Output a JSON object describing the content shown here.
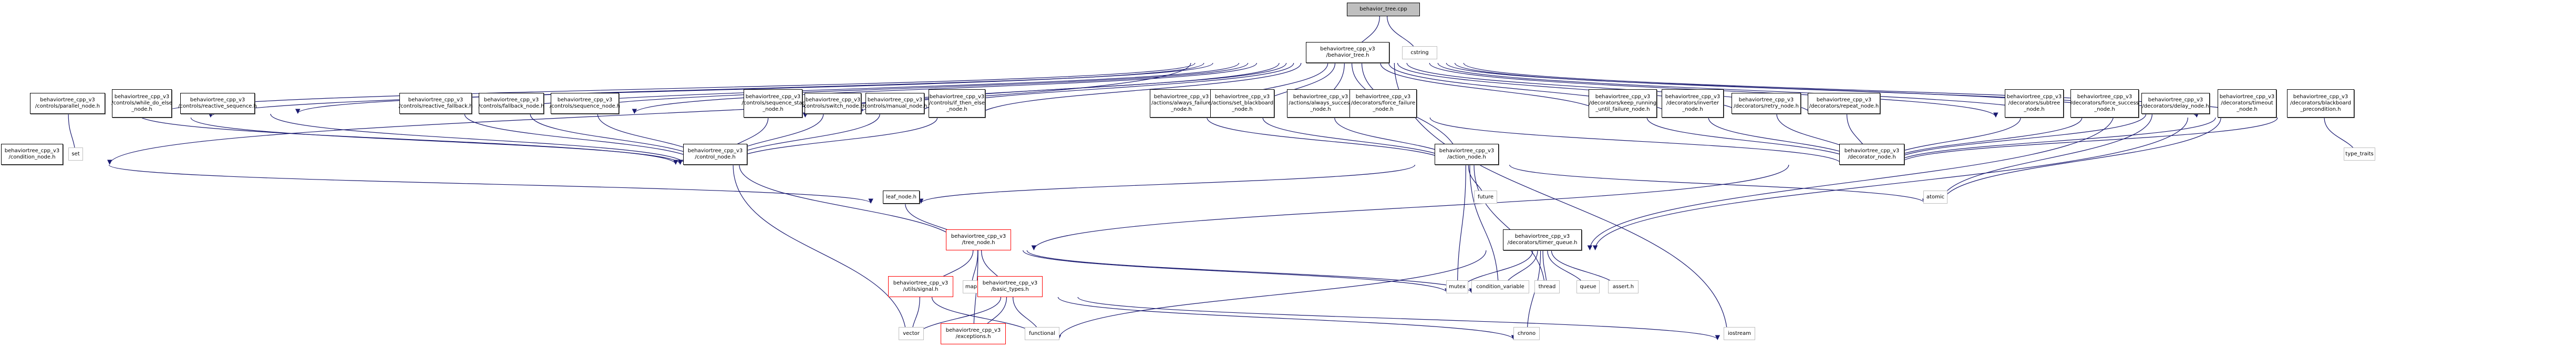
{
  "graph": {
    "title": "Include dependency graph for behavior_tree.cpp",
    "colors": {
      "edge": "#191970",
      "root_fill": "#bfbfbf",
      "local_border": "#000000",
      "system_border": "#bfbfbf",
      "incomplete_border": "#ff0000"
    },
    "nodes": [
      {
        "id": "root",
        "label": "behavior_tree.cpp",
        "kind": "root"
      },
      {
        "id": "behavior_tree_h",
        "label": "behaviortree_cpp_v3\n/behavior_tree.h",
        "kind": "local"
      },
      {
        "id": "cstring",
        "label": "cstring",
        "kind": "sys"
      },
      {
        "id": "parallel_node",
        "label": "behaviortree_cpp_v3\n/controls/parallel_node.h",
        "kind": "local"
      },
      {
        "id": "while_do_else",
        "label": "behaviortree_cpp_v3\n/controls/while_do_else\n_node.h",
        "kind": "local"
      },
      {
        "id": "reactive_sequence",
        "label": "behaviortree_cpp_v3\n/controls/reactive_sequence.h",
        "kind": "local"
      },
      {
        "id": "reactive_fallback",
        "label": "behaviortree_cpp_v3\n/controls/reactive_fallback.h",
        "kind": "local"
      },
      {
        "id": "fallback_node",
        "label": "behaviortree_cpp_v3\n/controls/fallback_node.h",
        "kind": "local"
      },
      {
        "id": "sequence_node",
        "label": "behaviortree_cpp_v3\n/controls/sequence_node.h",
        "kind": "local"
      },
      {
        "id": "sequence_star",
        "label": "behaviortree_cpp_v3\n/controls/sequence_star\n_node.h",
        "kind": "local"
      },
      {
        "id": "switch_node",
        "label": "behaviortree_cpp_v3\n/controls/switch_node.h",
        "kind": "local"
      },
      {
        "id": "manual_node",
        "label": "behaviortree_cpp_v3\n/controls/manual_node.h",
        "kind": "local"
      },
      {
        "id": "if_then_else",
        "label": "behaviortree_cpp_v3\n/controls/if_then_else\n_node.h",
        "kind": "local"
      },
      {
        "id": "always_failure",
        "label": "behaviortree_cpp_v3\n/actions/always_failure\n_node.h",
        "kind": "local"
      },
      {
        "id": "set_blackboard",
        "label": "behaviortree_cpp_v3\n/actions/set_blackboard\n_node.h",
        "kind": "local"
      },
      {
        "id": "always_success",
        "label": "behaviortree_cpp_v3\n/actions/always_success\n_node.h",
        "kind": "local"
      },
      {
        "id": "force_failure",
        "label": "behaviortree_cpp_v3\n/decorators/force_failure\n_node.h",
        "kind": "local"
      },
      {
        "id": "keep_running",
        "label": "behaviortree_cpp_v3\n/decorators/keep_running\n_until_failure_node.h",
        "kind": "local"
      },
      {
        "id": "inverter",
        "label": "behaviortree_cpp_v3\n/decorators/inverter\n_node.h",
        "kind": "local"
      },
      {
        "id": "retry_node",
        "label": "behaviortree_cpp_v3\n/decorators/retry_node.h",
        "kind": "local"
      },
      {
        "id": "repeat_node",
        "label": "behaviortree_cpp_v3\n/decorators/repeat_node.h",
        "kind": "local"
      },
      {
        "id": "subtree",
        "label": "behaviortree_cpp_v3\n/decorators/subtree\n_node.h",
        "kind": "local"
      },
      {
        "id": "force_success",
        "label": "behaviortree_cpp_v3\n/decorators/force_success\n_node.h",
        "kind": "local"
      },
      {
        "id": "delay_node",
        "label": "behaviortree_cpp_v3\n/decorators/delay_node.h",
        "kind": "local"
      },
      {
        "id": "timeout_node",
        "label": "behaviortree_cpp_v3\n/decorators/timeout\n_node.h",
        "kind": "local"
      },
      {
        "id": "bb_precondition",
        "label": "behaviortree_cpp_v3\n/decorators/blackboard\n_precondition.h",
        "kind": "local"
      },
      {
        "id": "condition_node",
        "label": "behaviortree_cpp_v3\n/condition_node.h",
        "kind": "local"
      },
      {
        "id": "set",
        "label": "set",
        "kind": "sys"
      },
      {
        "id": "control_node",
        "label": "behaviortree_cpp_v3\n/control_node.h",
        "kind": "local"
      },
      {
        "id": "action_node",
        "label": "behaviortree_cpp_v3\n/action_node.h",
        "kind": "local"
      },
      {
        "id": "decorator_node",
        "label": "behaviortree_cpp_v3\n/decorator_node.h",
        "kind": "local"
      },
      {
        "id": "type_traits",
        "label": "type_traits",
        "kind": "sys"
      },
      {
        "id": "leaf_node",
        "label": "leaf_node.h",
        "kind": "local"
      },
      {
        "id": "future",
        "label": "future",
        "kind": "sys"
      },
      {
        "id": "atomic",
        "label": "atomic",
        "kind": "sys"
      },
      {
        "id": "tree_node",
        "label": "behaviortree_cpp_v3\n/tree_node.h",
        "kind": "incomplete"
      },
      {
        "id": "timer_queue",
        "label": "behaviortree_cpp_v3\n/decorators/timer_queue.h",
        "kind": "local"
      },
      {
        "id": "signal_h",
        "label": "behaviortree_cpp_v3\n/utils/signal.h",
        "kind": "incomplete"
      },
      {
        "id": "map",
        "label": "map",
        "kind": "sys"
      },
      {
        "id": "basic_types",
        "label": "behaviortree_cpp_v3\n/basic_types.h",
        "kind": "incomplete"
      },
      {
        "id": "mutex",
        "label": "mutex",
        "kind": "sys"
      },
      {
        "id": "condition_variable",
        "label": "condition_variable",
        "kind": "sys"
      },
      {
        "id": "thread",
        "label": "thread",
        "kind": "sys"
      },
      {
        "id": "queue",
        "label": "queue",
        "kind": "sys"
      },
      {
        "id": "assert_h",
        "label": "assert.h",
        "kind": "sys"
      },
      {
        "id": "vector",
        "label": "vector",
        "kind": "sys"
      },
      {
        "id": "exceptions",
        "label": "behaviortree_cpp_v3\n/exceptions.h",
        "kind": "incomplete"
      },
      {
        "id": "functional",
        "label": "functional",
        "kind": "sys"
      },
      {
        "id": "chrono",
        "label": "chrono",
        "kind": "sys"
      },
      {
        "id": "iostream",
        "label": "iostream",
        "kind": "sys"
      }
    ],
    "edges": [
      [
        "root",
        "behavior_tree_h"
      ],
      [
        "root",
        "cstring"
      ],
      [
        "behavior_tree_h",
        "condition_node"
      ],
      [
        "behavior_tree_h",
        "parallel_node"
      ],
      [
        "behavior_tree_h",
        "while_do_else"
      ],
      [
        "behavior_tree_h",
        "reactive_sequence"
      ],
      [
        "behavior_tree_h",
        "reactive_fallback"
      ],
      [
        "behavior_tree_h",
        "fallback_node"
      ],
      [
        "behavior_tree_h",
        "sequence_node"
      ],
      [
        "behavior_tree_h",
        "sequence_star"
      ],
      [
        "behavior_tree_h",
        "switch_node"
      ],
      [
        "behavior_tree_h",
        "manual_node"
      ],
      [
        "behavior_tree_h",
        "if_then_else"
      ],
      [
        "behavior_tree_h",
        "always_failure"
      ],
      [
        "behavior_tree_h",
        "set_blackboard"
      ],
      [
        "behavior_tree_h",
        "action_node"
      ],
      [
        "behavior_tree_h",
        "always_success"
      ],
      [
        "behavior_tree_h",
        "force_failure"
      ],
      [
        "behavior_tree_h",
        "keep_running"
      ],
      [
        "behavior_tree_h",
        "inverter"
      ],
      [
        "behavior_tree_h",
        "retry_node"
      ],
      [
        "behavior_tree_h",
        "repeat_node"
      ],
      [
        "behavior_tree_h",
        "subtree"
      ],
      [
        "behavior_tree_h",
        "force_success"
      ],
      [
        "behavior_tree_h",
        "delay_node"
      ],
      [
        "behavior_tree_h",
        "timeout_node"
      ],
      [
        "behavior_tree_h",
        "bb_precondition"
      ],
      [
        "behavior_tree_h",
        "iostream"
      ],
      [
        "parallel_node",
        "set"
      ],
      [
        "parallel_node",
        "control_node"
      ],
      [
        "while_do_else",
        "control_node"
      ],
      [
        "reactive_sequence",
        "control_node"
      ],
      [
        "reactive_fallback",
        "control_node"
      ],
      [
        "fallback_node",
        "control_node"
      ],
      [
        "sequence_node",
        "control_node"
      ],
      [
        "sequence_star",
        "control_node"
      ],
      [
        "switch_node",
        "control_node"
      ],
      [
        "manual_node",
        "control_node"
      ],
      [
        "if_then_else",
        "control_node"
      ],
      [
        "always_failure",
        "action_node"
      ],
      [
        "set_blackboard",
        "action_node"
      ],
      [
        "always_success",
        "action_node"
      ],
      [
        "force_failure",
        "decorator_node"
      ],
      [
        "keep_running",
        "decorator_node"
      ],
      [
        "inverter",
        "decorator_node"
      ],
      [
        "retry_node",
        "decorator_node"
      ],
      [
        "repeat_node",
        "decorator_node"
      ],
      [
        "subtree",
        "decorator_node"
      ],
      [
        "force_success",
        "decorator_node"
      ],
      [
        "delay_node",
        "decorator_node"
      ],
      [
        "delay_node",
        "timer_queue"
      ],
      [
        "delay_node",
        "atomic"
      ],
      [
        "timeout_node",
        "decorator_node"
      ],
      [
        "timeout_node",
        "timer_queue"
      ],
      [
        "timeout_node",
        "atomic"
      ],
      [
        "bb_precondition",
        "decorator_node"
      ],
      [
        "bb_precondition",
        "type_traits"
      ],
      [
        "condition_node",
        "leaf_node"
      ],
      [
        "control_node",
        "tree_node"
      ],
      [
        "control_node",
        "vector"
      ],
      [
        "action_node",
        "leaf_node"
      ],
      [
        "action_node",
        "future"
      ],
      [
        "action_node",
        "mutex"
      ],
      [
        "action_node",
        "condition_variable"
      ],
      [
        "action_node",
        "thread"
      ],
      [
        "action_node",
        "atomic"
      ],
      [
        "decorator_node",
        "tree_node"
      ],
      [
        "leaf_node",
        "tree_node"
      ],
      [
        "tree_node",
        "signal_h"
      ],
      [
        "tree_node",
        "map"
      ],
      [
        "tree_node",
        "exceptions"
      ],
      [
        "tree_node",
        "basic_types"
      ],
      [
        "tree_node",
        "mutex"
      ],
      [
        "tree_node",
        "condition_variable"
      ],
      [
        "signal_h",
        "vector"
      ],
      [
        "signal_h",
        "functional"
      ],
      [
        "basic_types",
        "vector"
      ],
      [
        "basic_types",
        "exceptions"
      ],
      [
        "basic_types",
        "functional"
      ],
      [
        "basic_types",
        "chrono"
      ],
      [
        "basic_types",
        "iostream"
      ],
      [
        "timer_queue",
        "mutex"
      ],
      [
        "timer_queue",
        "condition_variable"
      ],
      [
        "timer_queue",
        "thread"
      ],
      [
        "timer_queue",
        "queue"
      ],
      [
        "timer_queue",
        "assert_h"
      ],
      [
        "timer_queue",
        "functional"
      ],
      [
        "timer_queue",
        "chrono"
      ]
    ]
  }
}
